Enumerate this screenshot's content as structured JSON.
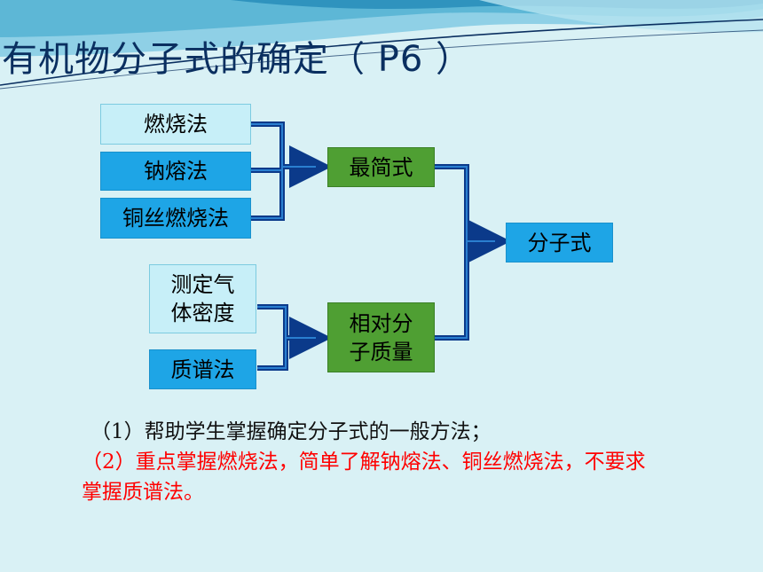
{
  "title": "有机物分子式的确定（ P6 ）",
  "diagram": {
    "methods_group1": [
      "燃烧法",
      "钠熔法",
      "铜丝燃烧法"
    ],
    "methods_group2": [
      "测定气体密度",
      "质谱法"
    ],
    "empirical_formula": "最简式",
    "relative_mass": "相对分子质量",
    "molecular_formula": "分子式"
  },
  "notes": {
    "note1": "（1）帮助学生掌握确定分子式的一般方法；",
    "note2": "（2）重点掌握燃烧法，简单了解钠熔法、铜丝燃烧法，不要求掌握质谱法。"
  },
  "colors": {
    "background": "#d9f1f5",
    "connector": "#0b3a8a",
    "green_box": "#4f9f33",
    "blue_box": "#1ea5e6",
    "note_red": "#ff0000"
  }
}
